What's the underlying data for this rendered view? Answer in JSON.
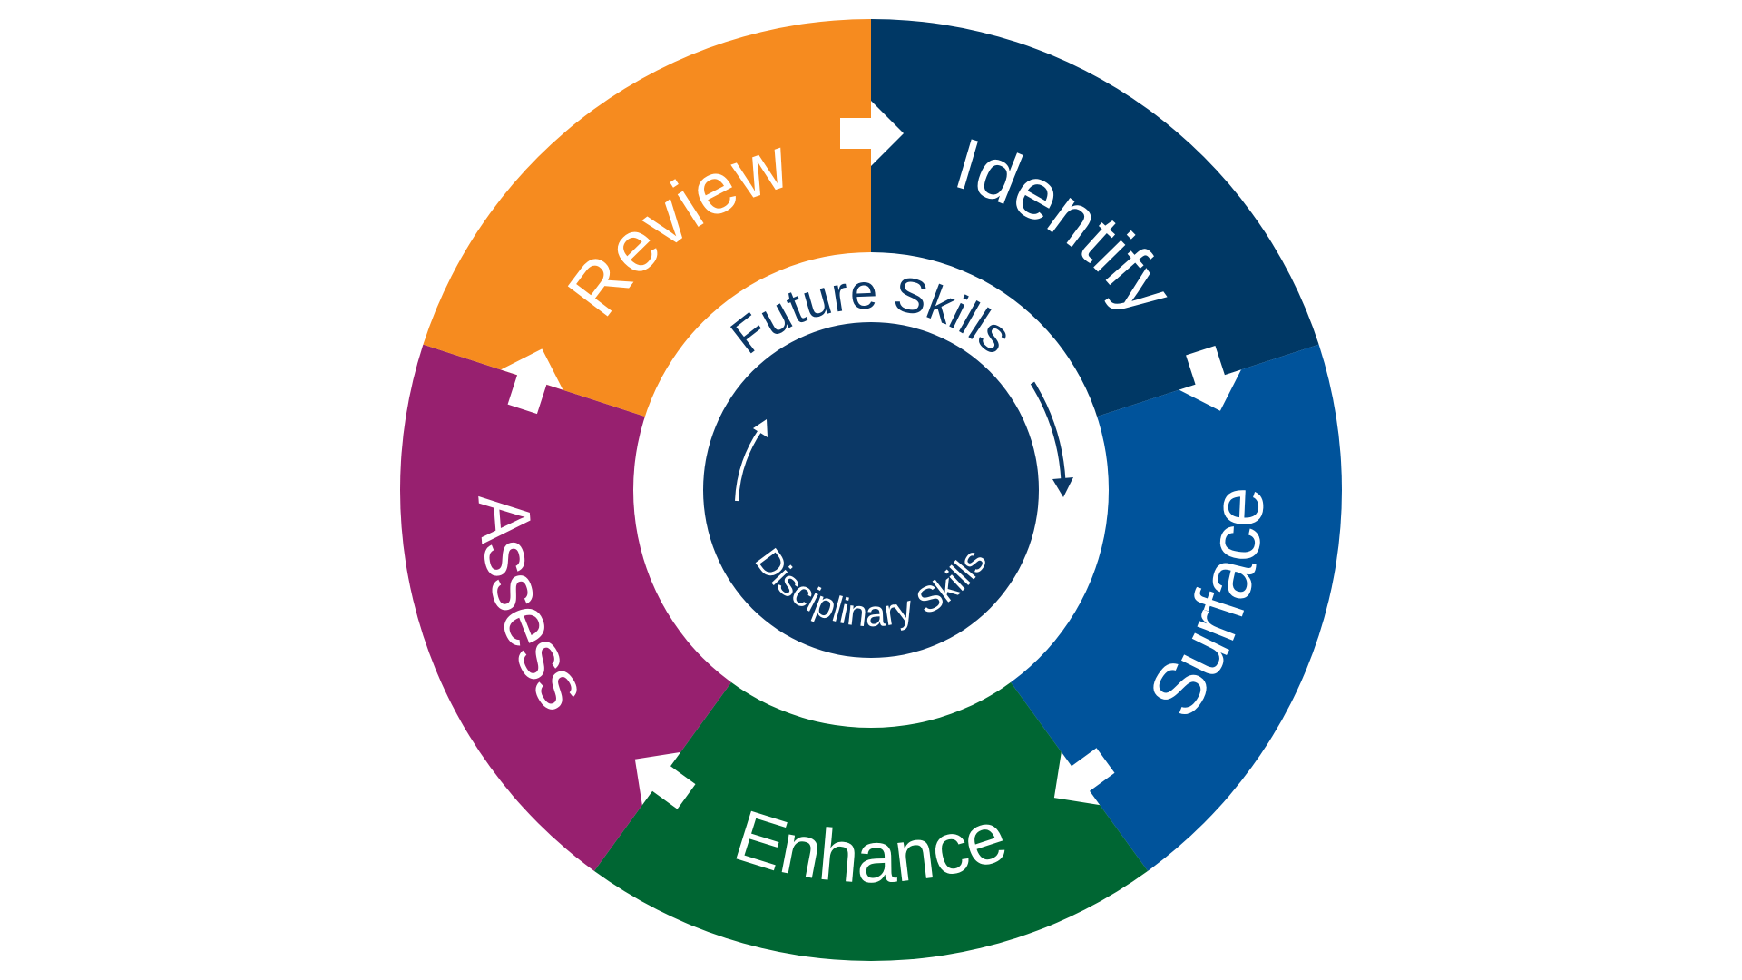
{
  "diagram": {
    "segments": [
      {
        "label": "Identify",
        "color": "#003865"
      },
      {
        "label": "Surface",
        "color": "#00539b"
      },
      {
        "label": "Enhance",
        "color": "#006633"
      },
      {
        "label": "Assess",
        "color": "#97206f"
      },
      {
        "label": "Review",
        "color": "#f68b1f"
      }
    ],
    "ring_label": "Future Skills",
    "core_label": "Disciplinary Skills",
    "core_color": "#0b3866",
    "ring_color": "#ffffff",
    "arrow_icon": "block-arrow-clockwise"
  }
}
